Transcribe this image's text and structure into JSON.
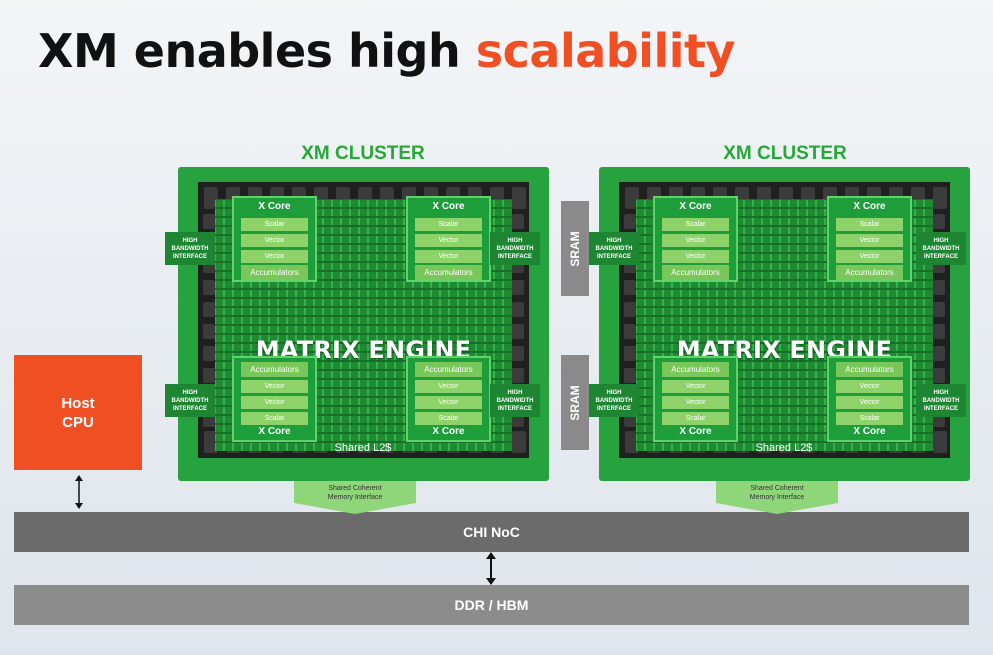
{
  "title": {
    "main": "XM enables high",
    "accent": "scalability"
  },
  "colors": {
    "accent": "#f04e23",
    "cluster_green": "#26a33e",
    "label_green": "#27a836",
    "noc_gray": "#6b6b6b",
    "ddr_gray": "#8c8c8c"
  },
  "clusters": [
    {
      "label": "XM CLUSTER",
      "engine": "MATRIX ENGINE",
      "cache": "Shared L2$",
      "memory_interface": [
        "Shared Coherent",
        "Memory Interface"
      ],
      "hbi": [
        "HIGH BANDWIDTH INTERFACE",
        "HIGH BANDWIDTH INTERFACE",
        "HIGH BANDWIDTH INTERFACE",
        "HIGH BANDWIDTH INTERFACE"
      ]
    },
    {
      "label": "XM CLUSTER",
      "engine": "MATRIX ENGINE",
      "cache": "Shared L2$",
      "memory_interface": [
        "Shared Coherent",
        "Memory Interface"
      ],
      "hbi": [
        "HIGH BANDWIDTH INTERFACE",
        "HIGH BANDWIDTH INTERFACE",
        "HIGH BANDWIDTH INTERFACE",
        "HIGH BANDWIDTH INTERFACE"
      ]
    }
  ],
  "core": {
    "name": "X Core",
    "scalar": "Scalar",
    "vector": "Vector",
    "accumulators": "Accumulators"
  },
  "sram": [
    "SRAM",
    "SRAM"
  ],
  "host": [
    "Host",
    "CPU"
  ],
  "noc": "CHI NoC",
  "memory": "DDR / HBM"
}
